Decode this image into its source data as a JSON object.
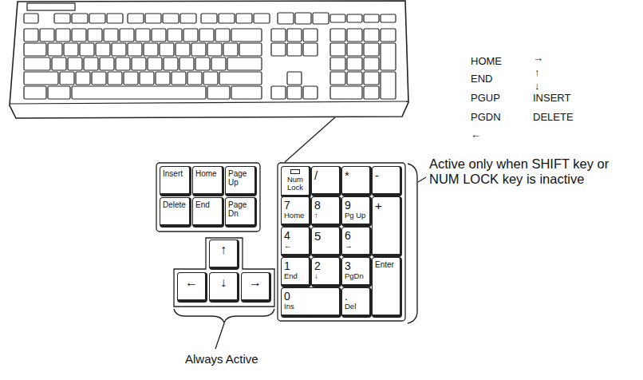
{
  "diagram": {
    "nodes": [
      {
        "text": [
          "Insert"
        ]
      },
      {
        "text": [
          "Home"
        ]
      },
      {
        "text": [
          "Page Up"
        ]
      },
      {
        "text": [
          "Delete"
        ]
      },
      {
        "text": [
          "End"
        ]
      },
      {
        "text": [
          "Page Dn"
        ]
      },
      {
        "text": [
          "↑"
        ]
      },
      {
        "text": [
          "←"
        ]
      },
      {
        "text": [
          "↓"
        ]
      },
      {
        "text": [
          "→"
        ]
      },
      {
        "text": [
          "Num Lock"
        ]
      },
      {
        "text": [
          "/"
        ]
      },
      {
        "text": [
          "*"
        ]
      },
      {
        "text": [
          "-"
        ]
      },
      {
        "text": [
          "7",
          "Home"
        ]
      },
      {
        "text": [
          "8",
          "↑"
        ]
      },
      {
        "text": [
          "9",
          "Pg Up"
        ]
      },
      {
        "text": [
          "+"
        ]
      },
      {
        "text": [
          "4",
          "←"
        ]
      },
      {
        "text": [
          "5"
        ]
      },
      {
        "text": [
          "6",
          "→"
        ]
      },
      {
        "text": [
          "1",
          "End"
        ]
      },
      {
        "text": [
          "2",
          "↓"
        ]
      },
      {
        "text": [
          "3",
          "PgDn"
        ]
      },
      {
        "text": [
          "Enter"
        ]
      },
      {
        "text": [
          "0",
          "Ins"
        ]
      },
      {
        "text": [
          ".",
          "Del"
        ]
      }
    ],
    "labels": [
      "HOME",
      "→",
      "END",
      "↑",
      "↓",
      "PGUP",
      "INSERT",
      "PGDN",
      "DELETE",
      "←",
      "Active only when SHIFT key or NUM LOCK key is inactive",
      "Always Active"
    ]
  }
}
